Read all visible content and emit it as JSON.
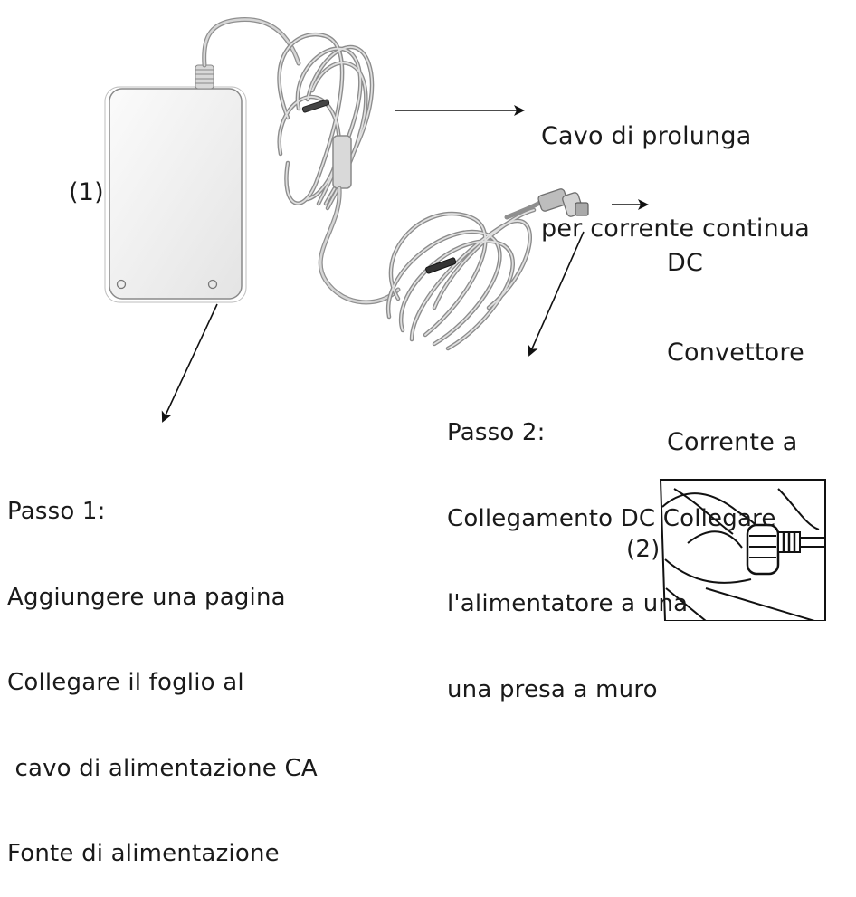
{
  "labels": {
    "adapter_number": "(1)",
    "cable": [
      "Cavo di prolunga",
      "per corrente continua"
    ],
    "dc": [
      "DC",
      "Convettore",
      "Corrente a"
    ],
    "step2": [
      "Passo 2:",
      "Collegamento DC Collegare",
      "l'alimentatore a una",
      "una presa a muro"
    ],
    "step1": [
      "Passo 1:",
      "Aggiungere una pagina",
      "Collegare il foglio al",
      " cavo di alimentazione CA",
      "Fonte di alimentazione"
    ],
    "inset_number": "(2)"
  },
  "colors": {
    "text": "#1a1a1a",
    "adapter_fill": "#f4f4f4",
    "adapter_stroke": "#8a8a8a",
    "cable": "#9a9a9a",
    "arrow": "#111111"
  },
  "icons": [
    "power-adapter-icon",
    "coiled-cable-icon",
    "dc-plug-icon",
    "wall-socket-hand-icon"
  ]
}
